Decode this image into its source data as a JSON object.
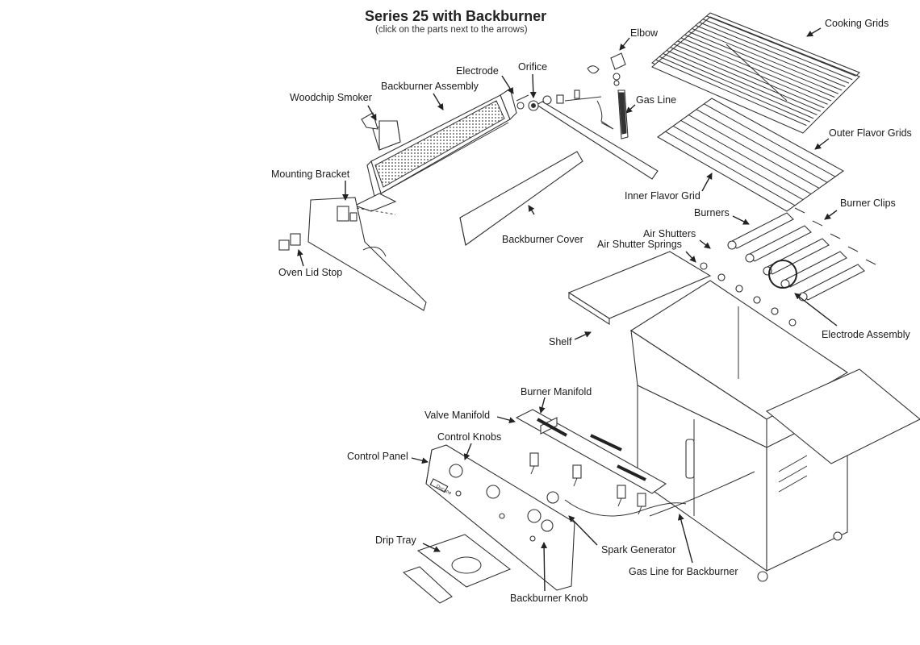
{
  "header": {
    "title": "Series 25 with Backburner",
    "subtitle": "(click on the parts next to the arrows)"
  },
  "parts": {
    "cooking_grids": "Cooking Grids",
    "elbow": "Elbow",
    "orifice": "Orifice",
    "electrode": "Electrode",
    "backburner_assembly": "Backburner Assembly",
    "woodchip_smoker": "Woodchip Smoker",
    "gas_line": "Gas Line",
    "outer_flavor_grids": "Outer Flavor Grids",
    "inner_flavor_grid": "Inner Flavor Grid",
    "burner_clips": "Burner Clips",
    "burners": "Burners",
    "mounting_bracket": "Mounting Bracket",
    "air_shutters": "Air Shutters",
    "air_shutter_springs": "Air Shutter Springs",
    "backburner_cover": "Backburner Cover",
    "oven_lid_stop": "Oven Lid Stop",
    "electrode_assembly": "Electrode Assembly",
    "shelf": "Shelf",
    "burner_manifold": "Burner Manifold",
    "valve_manifold": "Valve Manifold",
    "control_knobs": "Control Knobs",
    "control_panel": "Control Panel",
    "drip_tray": "Drip Tray",
    "spark_generator": "Spark Generator",
    "gas_line_for_backburner": "Gas Line for Backburner",
    "backburner_knob": "Backburner Knob"
  },
  "panel_badge": "Ducane"
}
